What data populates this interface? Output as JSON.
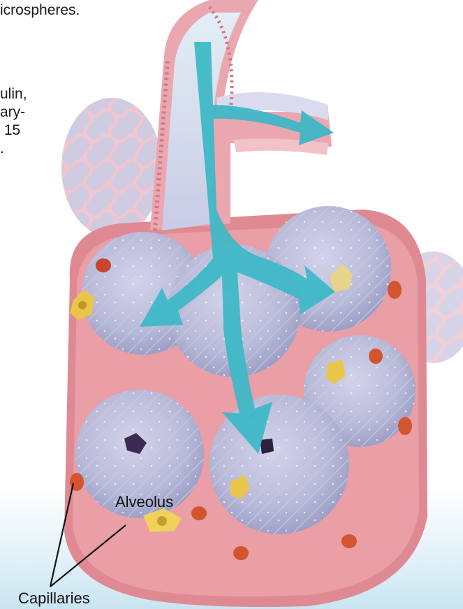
{
  "text_fragments": [
    "icrospheres.",
    "ulin,",
    "ary-",
    " 15",
    "."
  ],
  "labels": {
    "alveolus": "Alveolus",
    "capillaries": "Capillaries"
  },
  "icons": {
    "airflow": "airflow-arrow-icon",
    "vessel": "bronchiole-icon"
  },
  "colors": {
    "arrow": "#3bb8c6",
    "alveolus": "#b9bbd9",
    "capillary": "#e58f98",
    "airway": "#f0b7be",
    "cell_yellow": "#e9c64a",
    "cell_red": "#d2552f"
  }
}
